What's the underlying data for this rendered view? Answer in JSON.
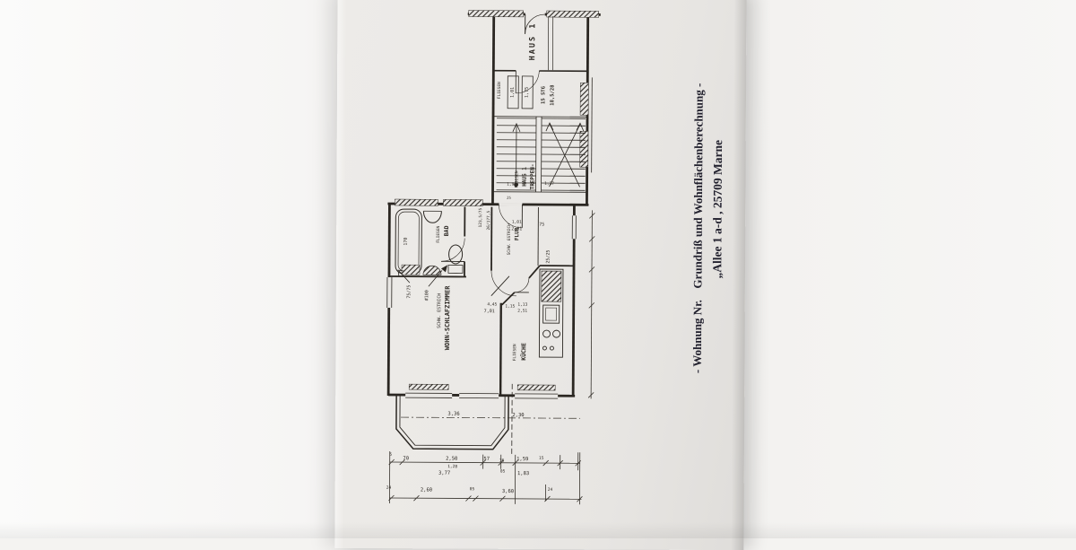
{
  "header": {
    "address": "„Allee 1 a-d , 25709 Marne",
    "unit_label": "- Wohnung Nr.",
    "title": "Grundriß und Wohnflächenberechnung -"
  },
  "plan": {
    "haus": "HAUS 1",
    "treppenhaus": {
      "name_line1": "TREPPEN-",
      "name_line2": "HAUS 1",
      "floor": "FLIESEN",
      "landing_floor": "FLIESEN",
      "steps": "15 STG",
      "step_size": "18,5/28",
      "box_dims": [
        "1,01",
        "1,75"
      ],
      "dims": [
        "1,91",
        "25",
        "1,37"
      ]
    },
    "flur": {
      "name": "FLUR",
      "floor": "SCHW. ESTRICH",
      "dims": [
        "1,01",
        "2,01"
      ],
      "window": "75",
      "tile": "25/25",
      "door_sizes": [
        "123,5/75",
        "26/177,5"
      ]
    },
    "bad": {
      "name": "BAD",
      "floor": "FLIESEN",
      "tub_size": "170",
      "window_size": "75/75",
      "drain_mark": "#100"
    },
    "wohnschlafzimmer": {
      "name": "WOHN-SCHLAFZIMMER",
      "floor": "SCHW. ESTRICH",
      "dims": [
        "4,45",
        "7,01",
        "1,15",
        "1,13",
        "2,51"
      ]
    },
    "kueche": {
      "name": "KÜCHE",
      "floor": "FLIESEN"
    },
    "erker_dims": [
      "3,36",
      "2,30"
    ],
    "bottom_dims": {
      "row1": [
        "5",
        "70",
        "2,50",
        "57",
        "36",
        "1,59",
        "15"
      ],
      "row2": [
        "1,28",
        "3,77",
        "05",
        "1,83"
      ],
      "row3": [
        "24",
        "2,60",
        "05",
        "3,60",
        "24"
      ]
    }
  }
}
